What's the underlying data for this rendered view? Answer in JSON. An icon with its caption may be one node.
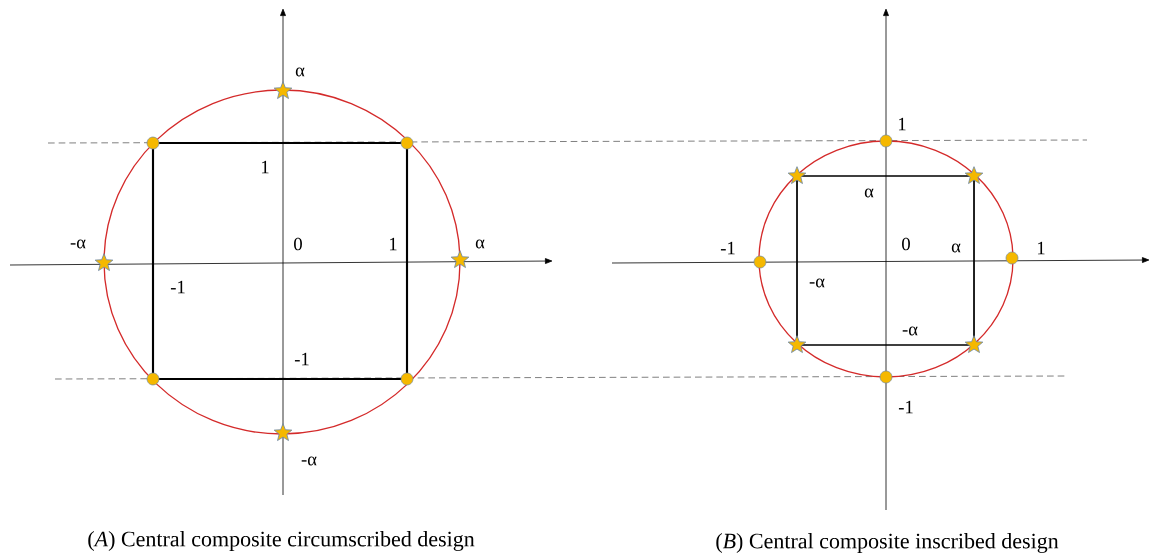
{
  "diagram": {
    "labels": [
      "α",
      "1",
      "-α",
      "0",
      "1",
      "α",
      "-1",
      "-1",
      "-α",
      "1",
      "α",
      "-1",
      "0",
      "α",
      "1",
      "-α",
      "-α",
      "-1",
      "(*A*) Central composite circumscribed design",
      "(*B*) Central composite inscribed design"
    ]
  }
}
